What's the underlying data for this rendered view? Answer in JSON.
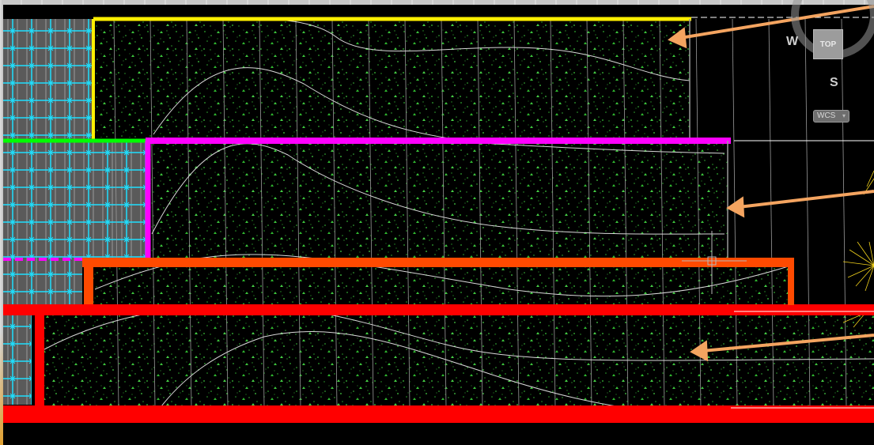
{
  "viewport": {
    "background": "#000000",
    "hatch_color": "#35c235",
    "grid_color": "#9a9a9a",
    "contour_color": "#d8d8d8",
    "layer_colors": {
      "yellow_layer": "#ffef00",
      "magenta_layer": "#ff00ff",
      "orange_layer": "#ff4a00",
      "red_layer": "#ff0000",
      "green_layer": "#00ff00",
      "cyan_layer": "#00e5ff",
      "callout_arrow": "#f4a460",
      "tree_symbol": "#f2d21c"
    }
  },
  "viewcube": {
    "west_label": "W",
    "south_label": "S",
    "top_face_label": "TOP",
    "wcs_label": "WCS",
    "wcs_caret": "▾"
  }
}
